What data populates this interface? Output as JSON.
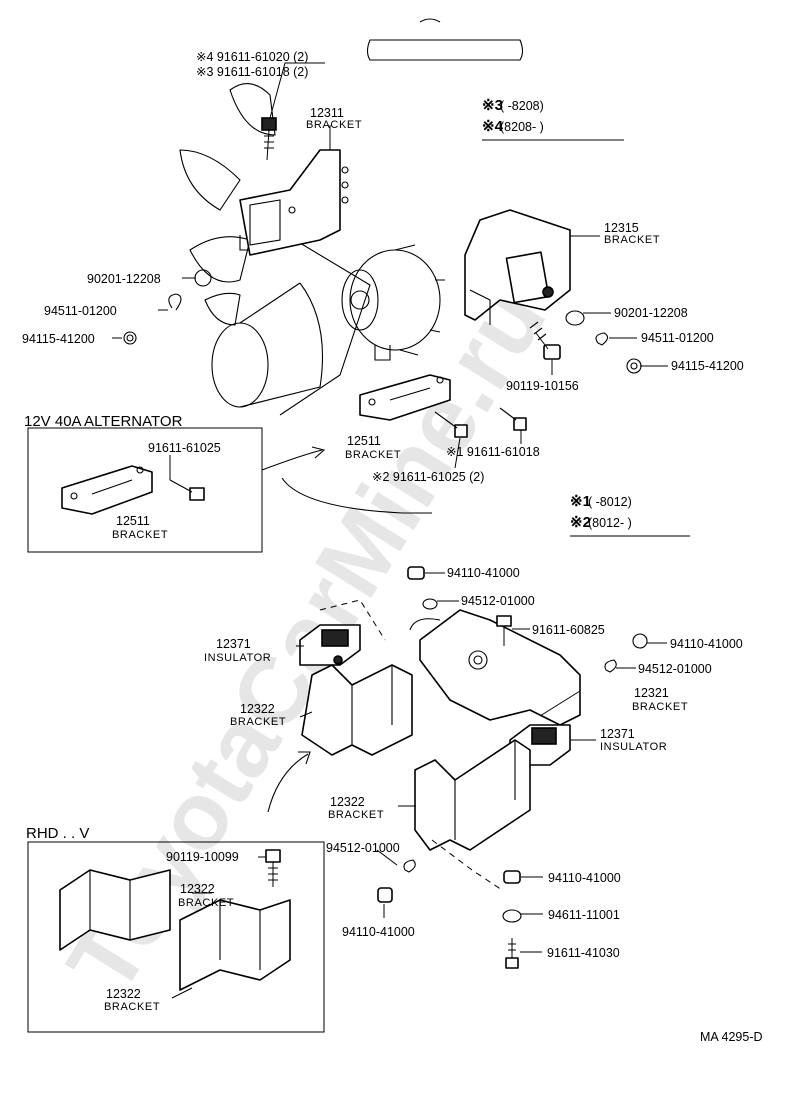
{
  "watermark": "ToyotaCarMine.ru",
  "figure_code": "MA  4295-D",
  "notes": {
    "note34": [
      {
        "mark": "※3",
        "text": "(      -8208)"
      },
      {
        "mark": "※4",
        "text": "(8208-      )"
      }
    ],
    "note12": [
      {
        "mark": "※1",
        "text": "(      -8012)"
      },
      {
        "mark": "※2",
        "text": "(8012-      )"
      }
    ]
  },
  "callouts": {
    "bolt_top_4": "※4 91611-61020 (2)",
    "bolt_top_3": "※3 91611-61018 (2)",
    "bracket_12311_no": "12311",
    "bracket_12311_name": "BRACKET",
    "bracket_12315_no": "12315",
    "bracket_12315_name": "BRACKET",
    "washer_left": "90201-12208",
    "lockwasher_left": "94511-01200",
    "nut_left": "94115-41200",
    "washer_right": "90201-12208",
    "lockwasher_right": "94511-01200",
    "nut_right": "94115-41200",
    "bolt_90119": "90119-10156",
    "bracket_12511_no": "12511",
    "bracket_12511_name": "BRACKET",
    "bolt_mark1": "※1 91611-61018",
    "bolt_mark2": "※2 91611-61025 (2)",
    "alt_box_title": "12V 40A ALTERNATOR",
    "alt_bolt": "91611-61025",
    "alt_bracket_no": "12511",
    "alt_bracket_name": "BRACKET",
    "nut_94110_top": "94110-41000",
    "washer_94512_top": "94512-01000",
    "bolt_91611_60825": "91611-60825",
    "nut_94110_right": "94110-41000",
    "washer_94512_right": "94512-01000",
    "insulator_left_no": "12371",
    "insulator_left_name": "INSULATOR",
    "bracket_12321_no": "12321",
    "bracket_12321_name": "BRACKET",
    "bracket_12322a_no": "12322",
    "bracket_12322a_name": "BRACKET",
    "insulator_right_no": "12371",
    "insulator_right_name": "INSULATOR",
    "bracket_12322b_no": "12322",
    "bracket_12322b_name": "BRACKET",
    "washer_94512_low": "94512-01000",
    "nut_94110_low": "94110-41000",
    "nut_94110_bottom": "94110-41000",
    "washer_94611": "94611-11001",
    "bolt_91611_41030": "91611-41030",
    "rhd_title": "RHD . . V",
    "rhd_bolt": "90119-10099",
    "rhd_bracket1_no": "12322",
    "rhd_bracket1_name": "BRACKET",
    "rhd_bracket2_no": "12322",
    "rhd_bracket2_name": "BRACKET"
  }
}
